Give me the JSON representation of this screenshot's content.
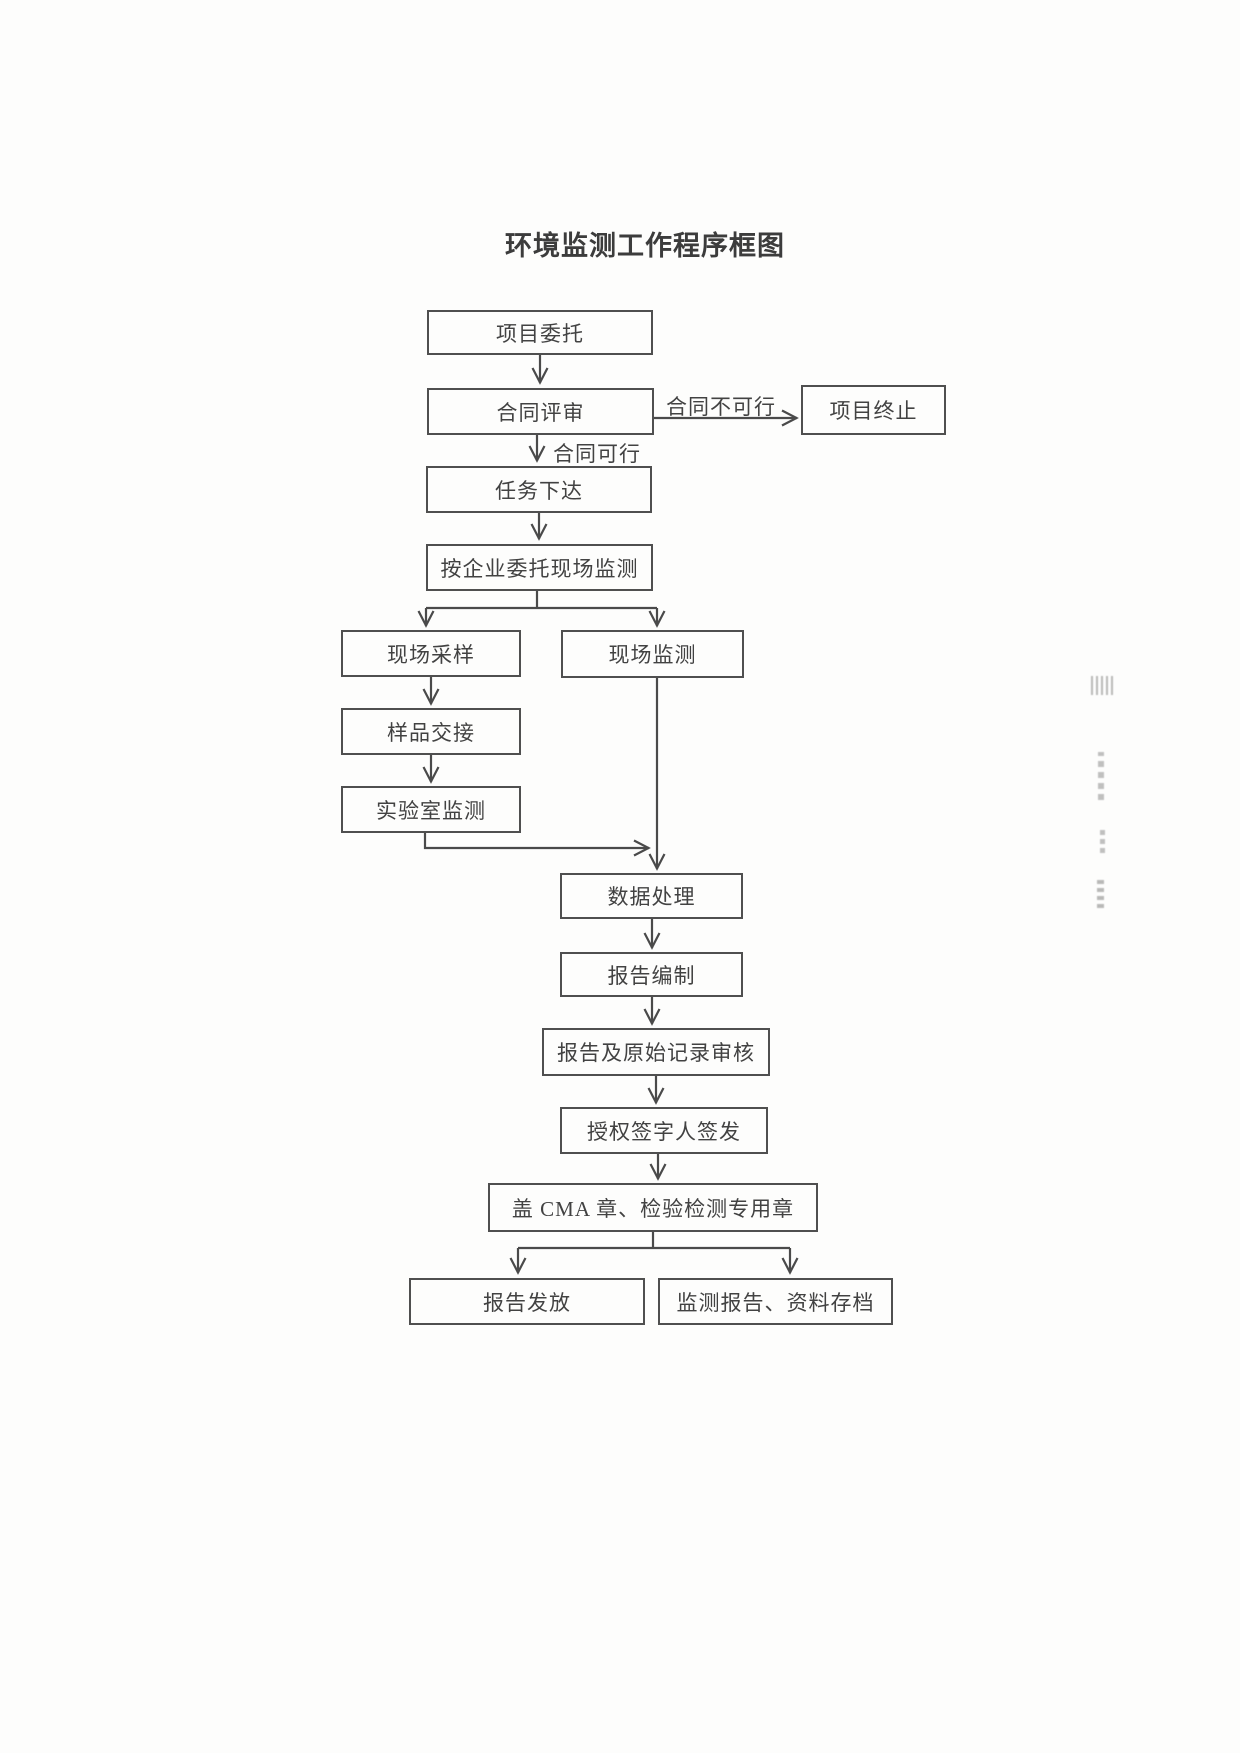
{
  "document": {
    "title": "环境监测工作程序框图"
  },
  "flowchart": {
    "nodes": {
      "project_commission": {
        "label": "项目委托"
      },
      "contract_review": {
        "label": "合同评审"
      },
      "project_termination": {
        "label": "项目终止"
      },
      "task_assignment": {
        "label": "任务下达"
      },
      "onsite_per_commission": {
        "label": "按企业委托现场监测"
      },
      "onsite_sampling": {
        "label": "现场采样"
      },
      "onsite_monitoring": {
        "label": "现场监测"
      },
      "sample_handover": {
        "label": "样品交接"
      },
      "lab_monitoring": {
        "label": "实验室监测"
      },
      "data_processing": {
        "label": "数据处理"
      },
      "report_preparation": {
        "label": "报告编制"
      },
      "report_record_review": {
        "label": "报告及原始记录审核"
      },
      "authorized_signatory": {
        "label": "授权签字人签发"
      },
      "stamp_seals": {
        "label": "盖 CMA 章、检验检测专用章"
      },
      "report_distribution": {
        "label": "报告发放"
      },
      "report_archiving": {
        "label": "监测报告、资料存档"
      }
    },
    "edge_labels": {
      "contract_infeasible": "合同不可行",
      "contract_feasible": "合同可行"
    },
    "colors": {
      "ink": "#4a4a4a",
      "paper": "#fdfdfc"
    }
  }
}
